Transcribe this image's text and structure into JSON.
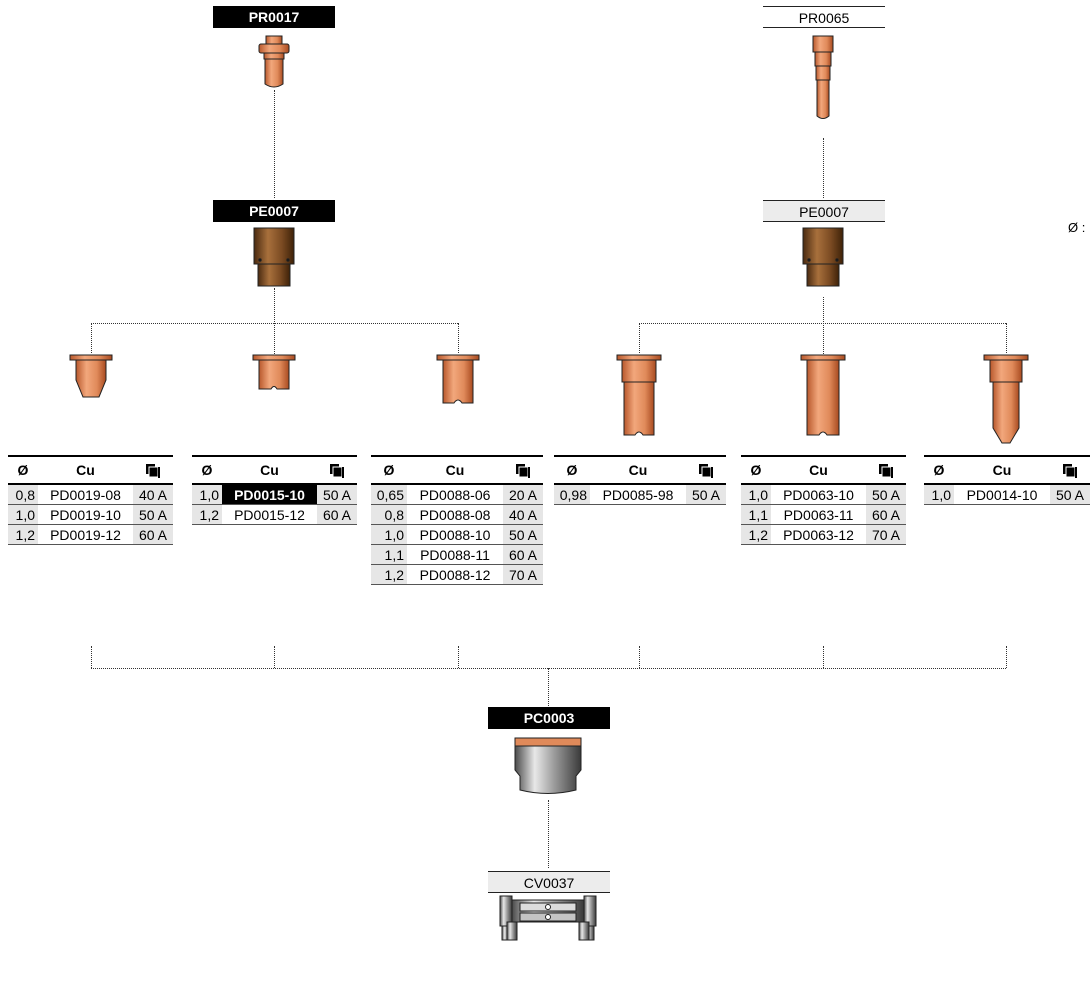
{
  "labels": {
    "pr_left": "PR0017",
    "pr_right": "PR0065",
    "pe_left": "PE0007",
    "pe_right": "PE0007",
    "pc": "PC0003",
    "cv": "CV0037"
  },
  "side_text": "Ø :",
  "table_header": {
    "d": "Ø",
    "cu": "Cu",
    "amp_icon": "stack-icon"
  },
  "tables": [
    {
      "rows": [
        {
          "d": "0,8",
          "code": "PD0019-08",
          "amp": "40 A"
        },
        {
          "d": "1,0",
          "code": "PD0019-10",
          "amp": "50 A"
        },
        {
          "d": "1,2",
          "code": "PD0019-12",
          "amp": "60 A"
        }
      ]
    },
    {
      "rows": [
        {
          "d": "1,0",
          "code": "PD0015-10",
          "amp": "50 A",
          "highlight": true
        },
        {
          "d": "1,2",
          "code": "PD0015-12",
          "amp": "60 A"
        }
      ]
    },
    {
      "rows": [
        {
          "d": "0,65",
          "code": "PD0088-06",
          "amp": "20 A"
        },
        {
          "d": "0,8",
          "code": "PD0088-08",
          "amp": "40 A"
        },
        {
          "d": "1,0",
          "code": "PD0088-10",
          "amp": "50 A"
        },
        {
          "d": "1,1",
          "code": "PD0088-11",
          "amp": "60 A"
        },
        {
          "d": "1,2",
          "code": "PD0088-12",
          "amp": "70 A"
        }
      ]
    },
    {
      "rows": [
        {
          "d": "0,98",
          "code": "PD0085-98",
          "amp": "50 A"
        }
      ]
    },
    {
      "rows": [
        {
          "d": "1,0",
          "code": "PD0063-10",
          "amp": "50 A"
        },
        {
          "d": "1,1",
          "code": "PD0063-11",
          "amp": "60 A"
        },
        {
          "d": "1,2",
          "code": "PD0063-12",
          "amp": "70 A"
        }
      ]
    },
    {
      "rows": [
        {
          "d": "1,0",
          "code": "PD0014-10",
          "amp": "50 A"
        }
      ]
    }
  ],
  "colors": {
    "copper": "#e08a5a",
    "copper_dark": "#b8582c",
    "brown": "#7a4a22",
    "steel": "#9a9a9a"
  }
}
